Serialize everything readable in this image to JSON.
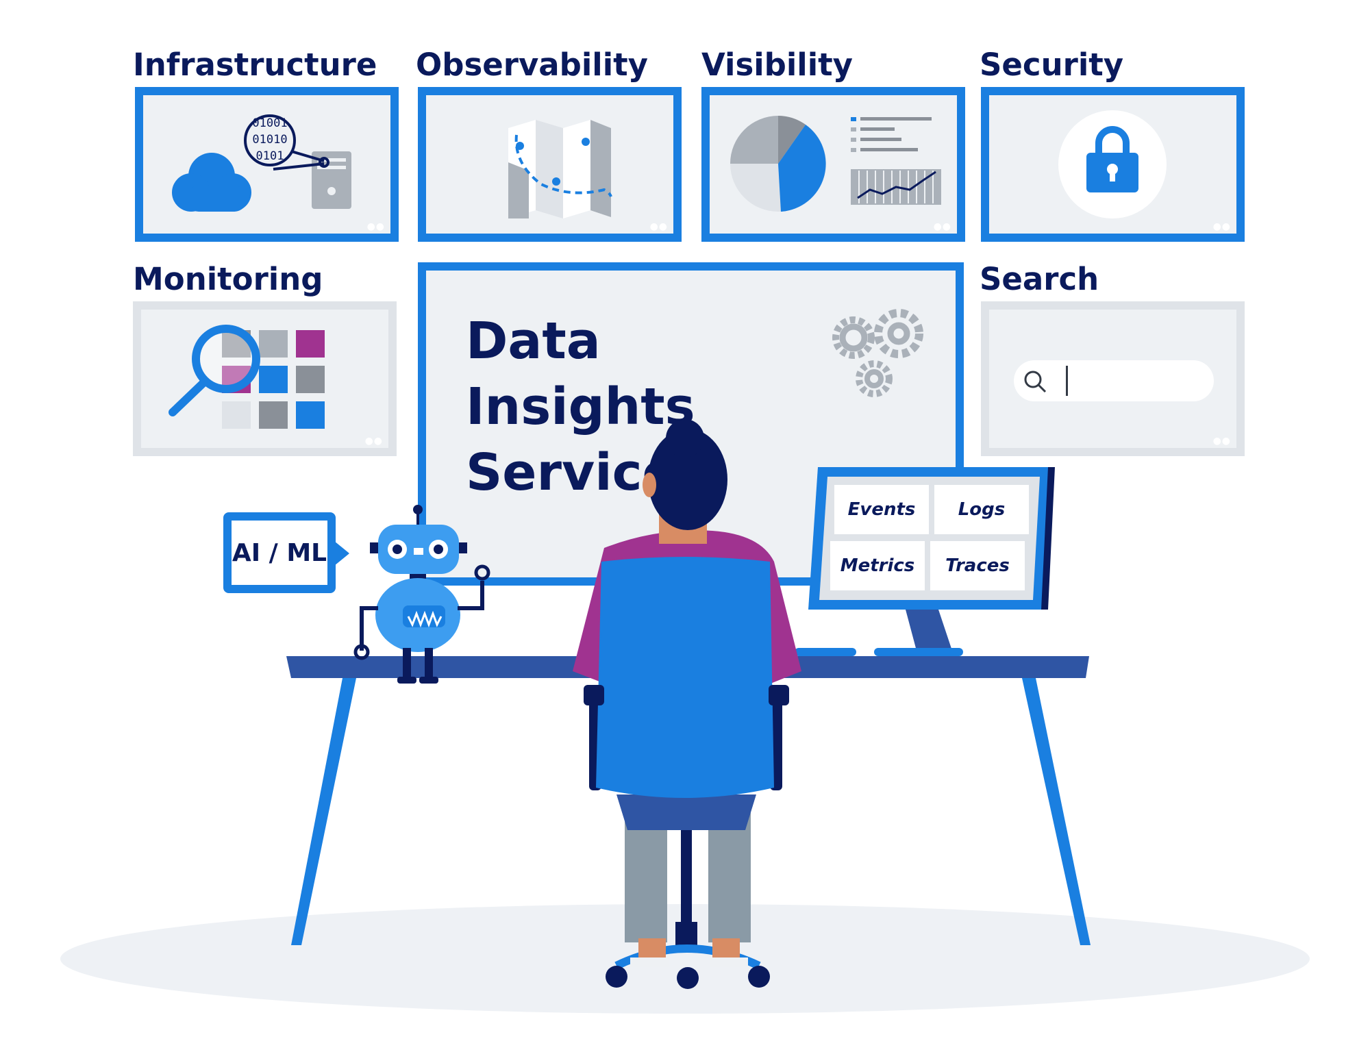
{
  "panels": {
    "infrastructure": "Infrastructure",
    "observability": "Observability",
    "visibility": "Visibility",
    "security": "Security",
    "monitoring": "Monitoring",
    "search": "Search"
  },
  "main_screen": {
    "title_line1": "Data",
    "title_line2": "Insights",
    "title_line3": "Service"
  },
  "ai_badge": "AI / ML",
  "monitor_tiles": [
    "Events",
    "Logs",
    "Metrics",
    "Traces"
  ],
  "binary_text": [
    "01001",
    "01010",
    "0101"
  ],
  "colors": {
    "brand_blue": "#1a7fe0",
    "navy": "#0a1a5c",
    "magenta": "#a03390",
    "panel_bg": "#eef1f4"
  }
}
